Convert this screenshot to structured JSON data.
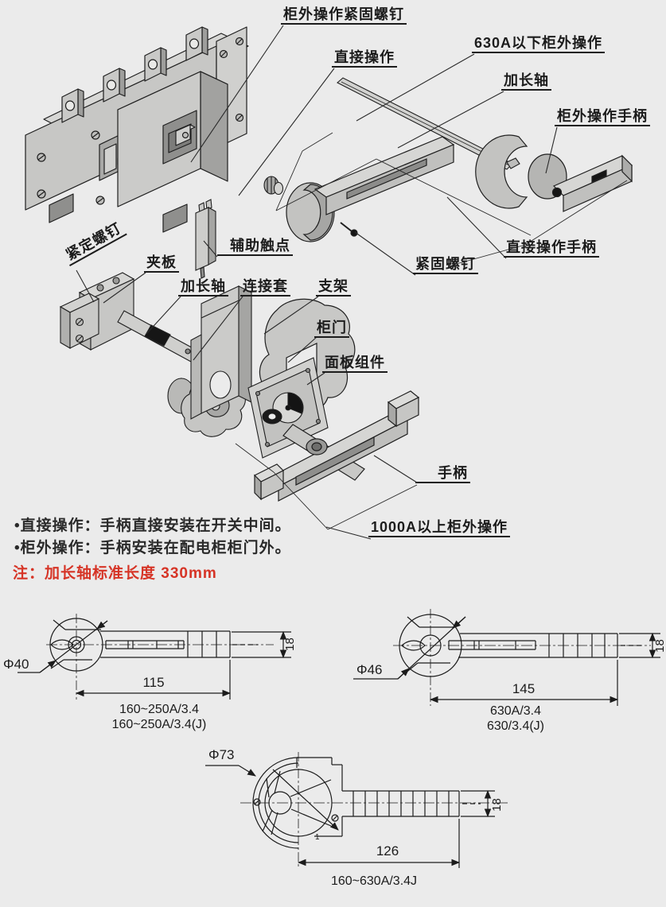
{
  "colors": {
    "background": "#ebebeb",
    "line": "#1c1c1c",
    "part_fill": "#c8c8c6",
    "part_dark": "#a6a6a4",
    "part_light": "#d8d8d6",
    "black_detail": "#151515",
    "note_red": "#d63426"
  },
  "exploded": {
    "labels": {
      "cab_ext_screw": "柜外操作紧固螺钉",
      "direct_op": "直接操作",
      "below_630": "630A以下柜外操作",
      "ext_shaft_top": "加长轴",
      "cab_ext_handle": "柜外操作手柄",
      "direct_handle": "直接操作手柄",
      "fasten_screw": "紧固螺钉",
      "aux_contact": "辅助触点",
      "set_screw": "紧定螺钉",
      "clamp_plate": "夹板",
      "ext_shaft_mid": "加长轴",
      "conn_sleeve": "连接套",
      "bracket": "支架",
      "cab_door": "柜门",
      "panel_assembly": "面板组件",
      "handle": "手柄",
      "above_1000": "1000A以上柜外操作"
    }
  },
  "notes": {
    "bullet1": "•直接操作：手柄直接安装在开关中间。",
    "bullet2": "•柜外操作：手柄安装在配电柜柜门外。",
    "red_note": "注：加长轴标准长度 330mm"
  },
  "drawings": [
    {
      "diameter": "Φ40",
      "length": "115",
      "height": "18",
      "models": [
        "160~250A/3.4",
        "160~250A/3.4(J)"
      ]
    },
    {
      "diameter": "Φ46",
      "length": "145",
      "height": "18",
      "models": [
        "630A/3.4",
        "630/3.4(J)"
      ]
    },
    {
      "diameter": "Φ73",
      "length": "126",
      "height": "18",
      "models": [
        "160~630A/3.4J"
      ]
    }
  ]
}
